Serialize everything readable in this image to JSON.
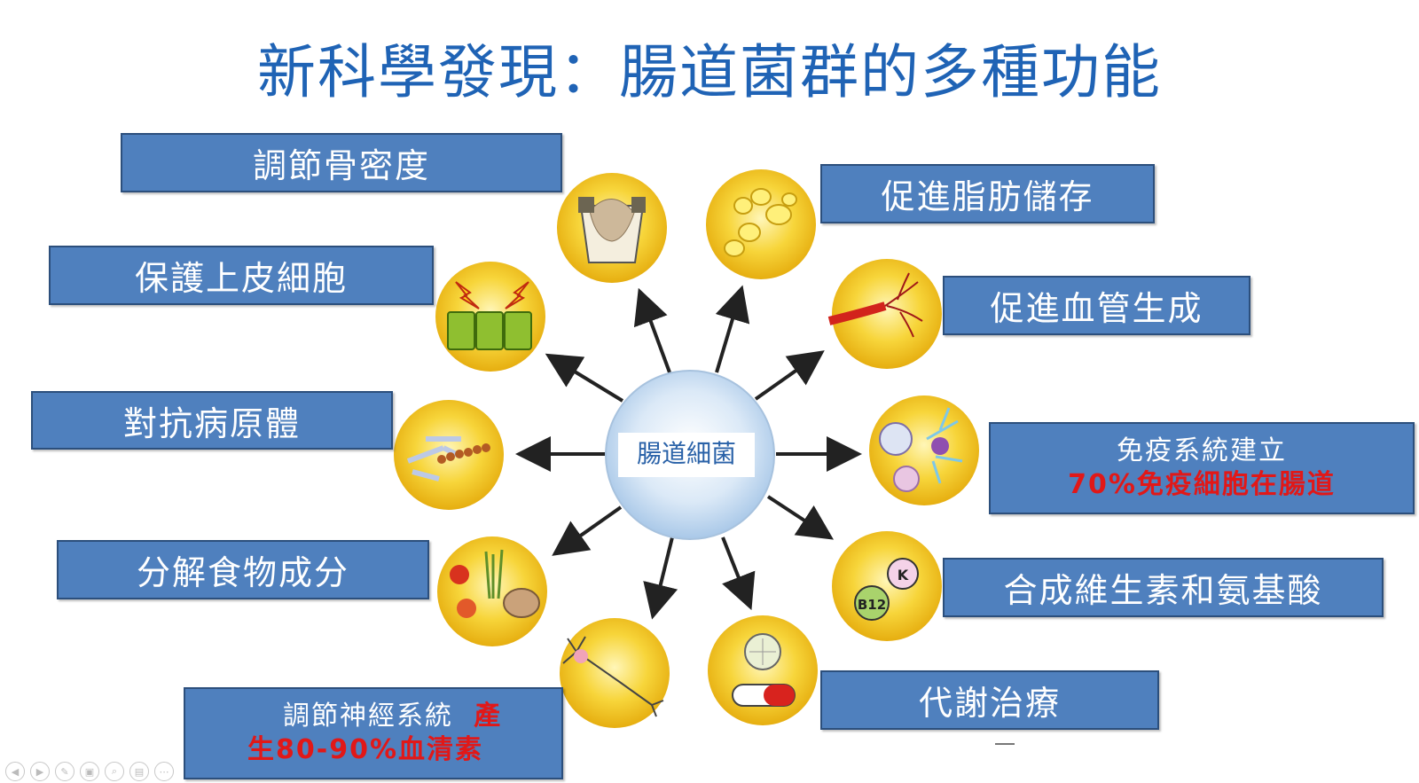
{
  "title": "新科學發現：腸道菌群的多種功能",
  "center": "腸道細菌",
  "functions": {
    "bone": "調節骨密度",
    "epithelium": "保護上皮細胞",
    "pathogen": "對抗病原體",
    "food": "分解食物成分",
    "neuro_line1": "調節神經系統",
    "neuro_red1": "產",
    "neuro_red2": "生80-90%血清素",
    "fat": "促進脂肪儲存",
    "vessel": "促進血管生成",
    "immune": "免疫系統建立",
    "immune_red": "70%免疫細胞在腸道",
    "vitamin": "合成維生素和氨基酸",
    "metabolic": "代謝治療"
  },
  "vitamin_labels": {
    "k": "K",
    "b12": "B12"
  },
  "colors": {
    "title": "#1f63b5",
    "box": "#4f80be",
    "accent_red": "#e11818",
    "circle": "#f2c318"
  }
}
